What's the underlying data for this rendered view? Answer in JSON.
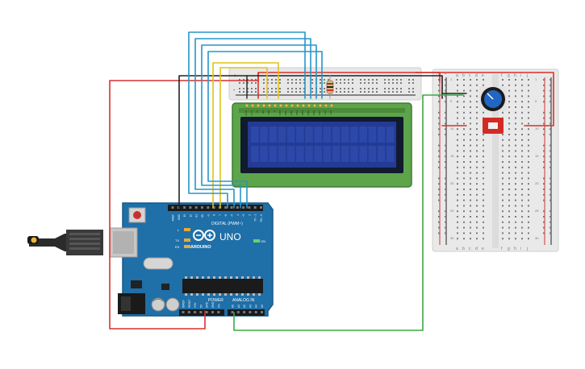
{
  "arduino": {
    "brand": "ARDUINO",
    "model": "UNO",
    "digital_label": "DIGITAL (PWM~)",
    "analog_label": "ANALOG IN",
    "power_label": "POWER",
    "on_label": "ON",
    "led_l": "L",
    "led_tx": "TX",
    "led_rx": "RX",
    "digital_pins": [
      "AREF",
      "GND",
      "13",
      "12",
      "~11",
      "~10",
      "~9",
      "8",
      "7",
      "~6",
      "~5",
      "4",
      "~3",
      "2",
      "TX→1",
      "RX←0"
    ],
    "power_pins": [
      "IOREF",
      "RESET",
      "3.3V",
      "5V",
      "GND",
      "GND",
      "Vin"
    ],
    "analog_pins": [
      "A0",
      "A1",
      "A2",
      "A3",
      "A4",
      "A5"
    ]
  },
  "lcd": {
    "pins": [
      "GND",
      "VCC",
      "V0",
      "RS",
      "RW",
      "E",
      "DB0",
      "DB1",
      "DB2",
      "DB3",
      "DB4",
      "DB5",
      "DB6",
      "DB7",
      "LED",
      "LED"
    ]
  },
  "breadboard_top": {
    "rail_plus": "+",
    "rail_minus": "-"
  },
  "breadboard_right": {
    "col_labels_left": [
      "a",
      "b",
      "c",
      "d",
      "e"
    ],
    "col_labels_right": [
      "f",
      "g",
      "h",
      "i",
      "j"
    ],
    "rail_plus": "+",
    "rail_minus": "-",
    "row_numbers": [
      "1",
      "5",
      "10",
      "15",
      "20",
      "25",
      "30"
    ]
  },
  "colors": {
    "board": "#1f6fa8",
    "lcd_pcb": "#5da44a",
    "lcd_screen": "#233b94",
    "wire_red": "#d8312c",
    "wire_black": "#222222",
    "wire_blue": "#2596c8",
    "wire_yellow": "#e0c21c",
    "wire_green": "#3aa843",
    "breadboard": "#e9e9e9"
  }
}
